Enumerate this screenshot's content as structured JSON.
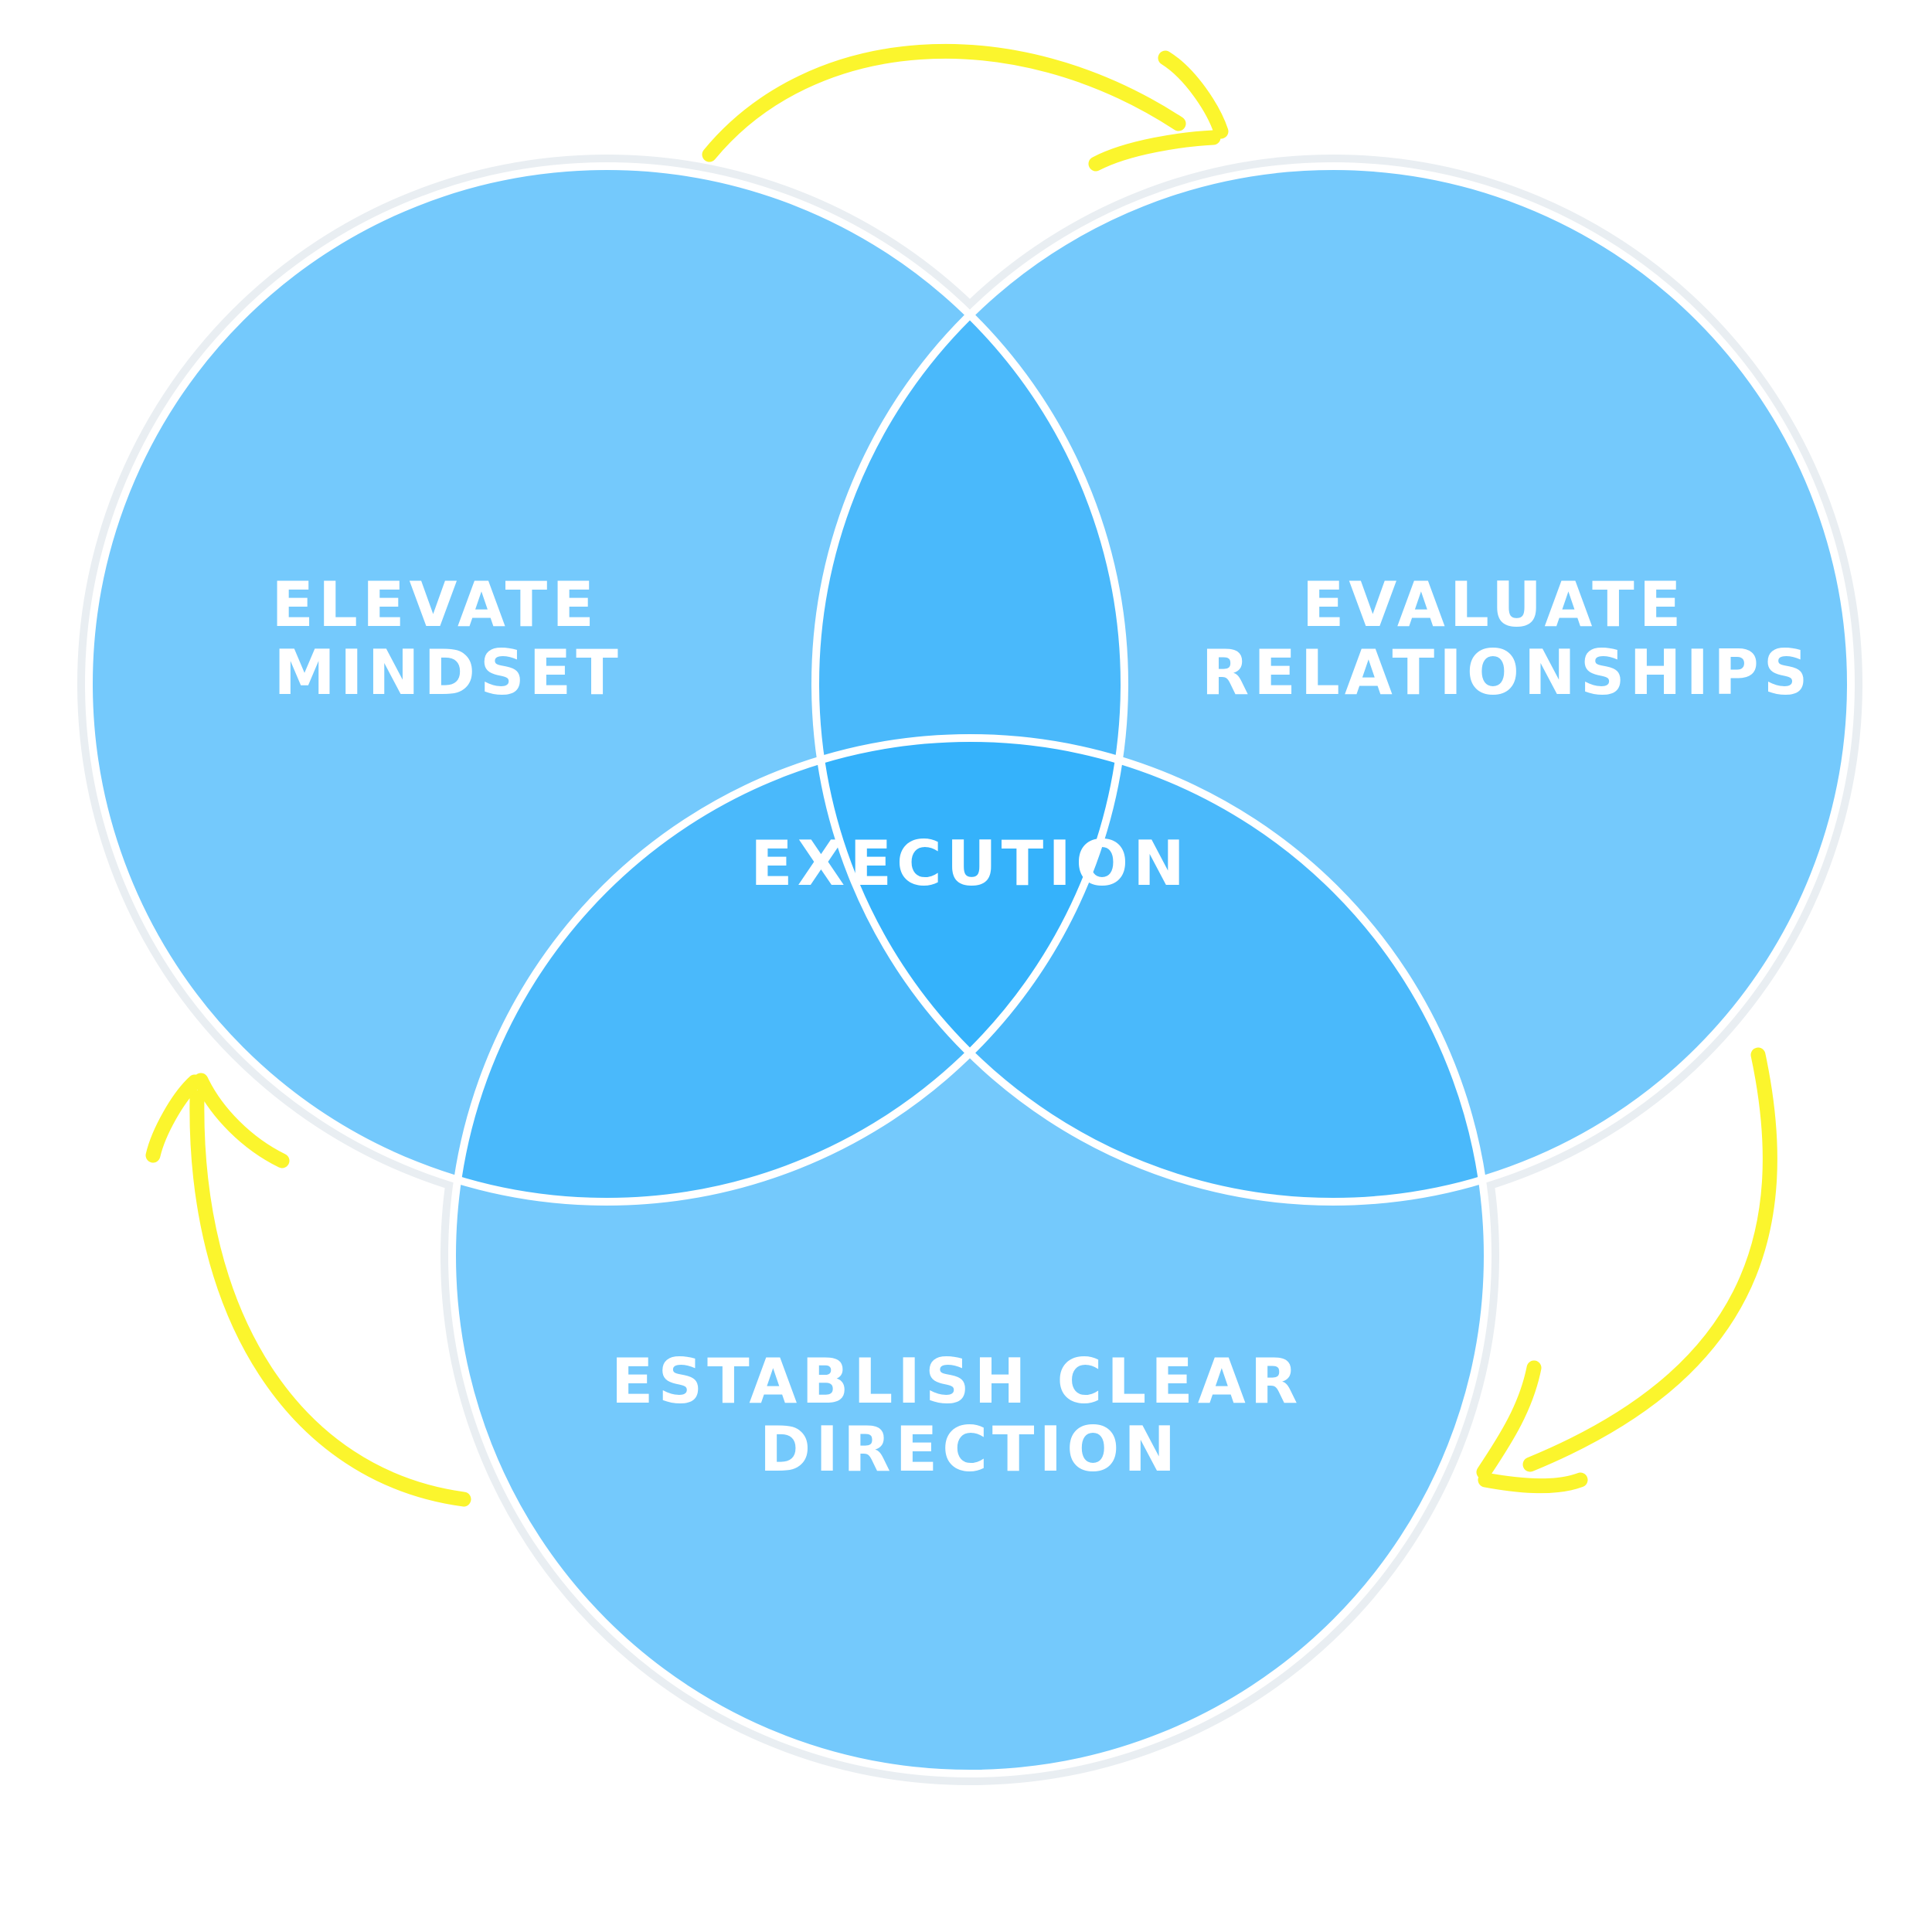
{
  "diagram": {
    "colors": {
      "circle": "#74c9fc",
      "overlap_two": "#4ab9fb",
      "overlap_center": "#35b2fb",
      "outline": "#ffffff",
      "arrow": "#fbf52d",
      "background": "#ffffff"
    },
    "circles": [
      {
        "id": "elevate",
        "label_lines": [
          "ELEVATE",
          "MINDSET"
        ]
      },
      {
        "id": "evaluate",
        "label_lines": [
          "EVALUATE",
          "RELATIONSHIPS"
        ]
      },
      {
        "id": "establish",
        "label_lines": [
          "ESTABLISH CLEAR",
          "DIRECTION"
        ]
      }
    ],
    "center": {
      "label": "EXECUTION"
    },
    "arrows": {
      "count": 3,
      "direction": "clockwise"
    }
  }
}
